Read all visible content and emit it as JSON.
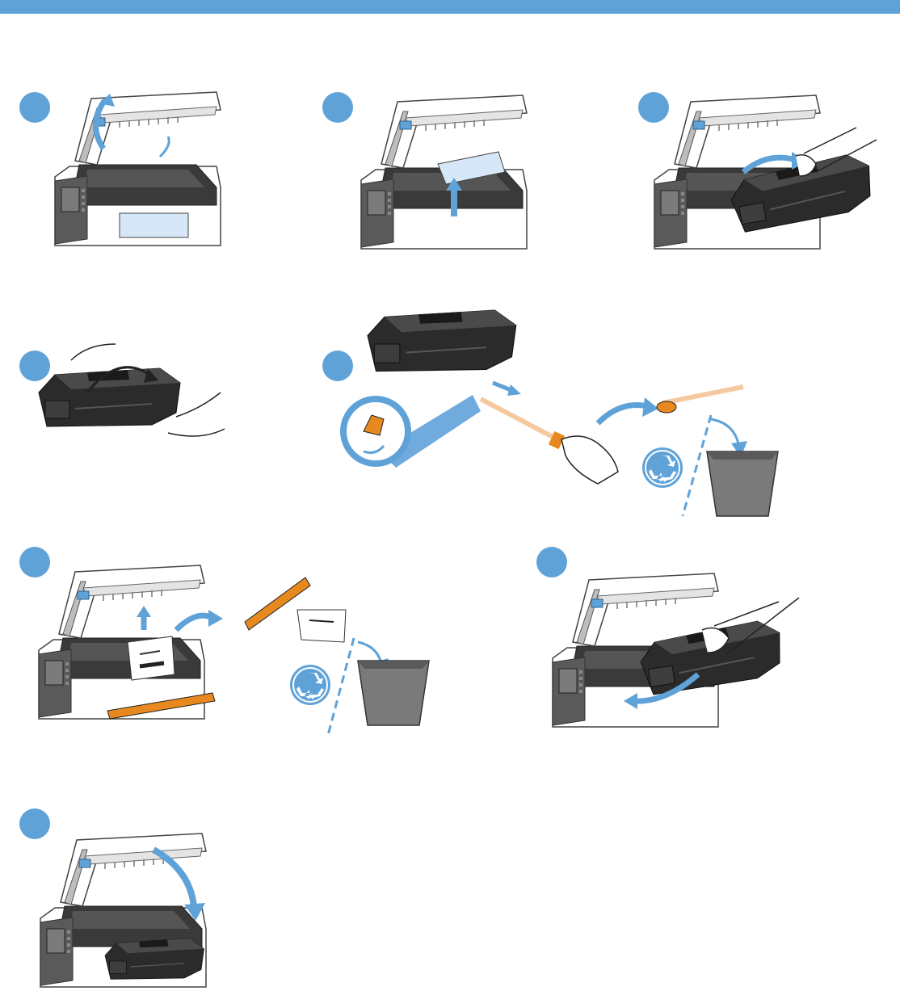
{
  "header": {
    "bar_color": "#5fa2d8"
  },
  "colors": {
    "accent_blue": "#5fa2d8",
    "orange_part": "#e8891f",
    "printer_gray": "#4a4a4a",
    "cartridge_black": "#2b2b2b"
  },
  "steps": [
    {
      "label": "",
      "icon": "open-top-cover"
    },
    {
      "label": "",
      "icon": "remove-packaging-lift"
    },
    {
      "label": "",
      "icon": "remove-old-cartridge"
    },
    {
      "label": "",
      "icon": "rock-cartridge"
    },
    {
      "label": "",
      "icon": "pull-sealing-tape",
      "extra_icons": [
        "recycle-icon",
        "trash-bin-icon"
      ]
    },
    {
      "label": "",
      "icon": "remove-orange-shipping-lock",
      "extra_icons": [
        "recycle-icon",
        "trash-bin-icon"
      ]
    },
    {
      "label": "",
      "icon": "insert-new-cartridge"
    },
    {
      "label": "",
      "icon": "close-top-cover"
    }
  ]
}
